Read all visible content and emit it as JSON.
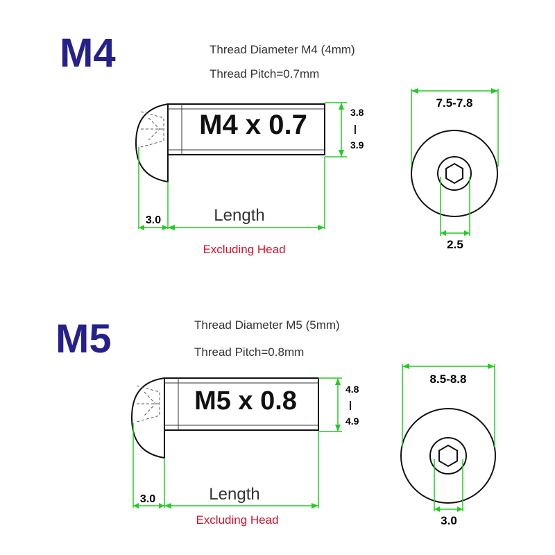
{
  "colors": {
    "size_label": "#26208a",
    "dimension_lines": "#22cc22",
    "note": "#d0102a"
  },
  "sections": [
    {
      "size": "M4",
      "diameter_text": "Thread Diameter M4 (4mm)",
      "pitch_text": "Thread Pitch=0.7mm",
      "shank_label": "M4 x 0.7",
      "od_min": "3.8",
      "od_sep": "|",
      "od_max": "3.9",
      "head_height": "3.0",
      "length_label": "Length",
      "note": "Excluding Head",
      "head_dia": "7.5-7.8",
      "hex_size": "2.5"
    },
    {
      "size": "M5",
      "diameter_text": "Thread Diameter M5 (5mm)",
      "pitch_text": "Thread Pitch=0.8mm",
      "shank_label": "M5 x 0.8",
      "od_min": "4.8",
      "od_sep": "|",
      "od_max": "4.9",
      "head_height": "3.0",
      "length_label": "Length",
      "note": "Excluding Head",
      "head_dia": "8.5-8.8",
      "hex_size": "3.0"
    }
  ]
}
